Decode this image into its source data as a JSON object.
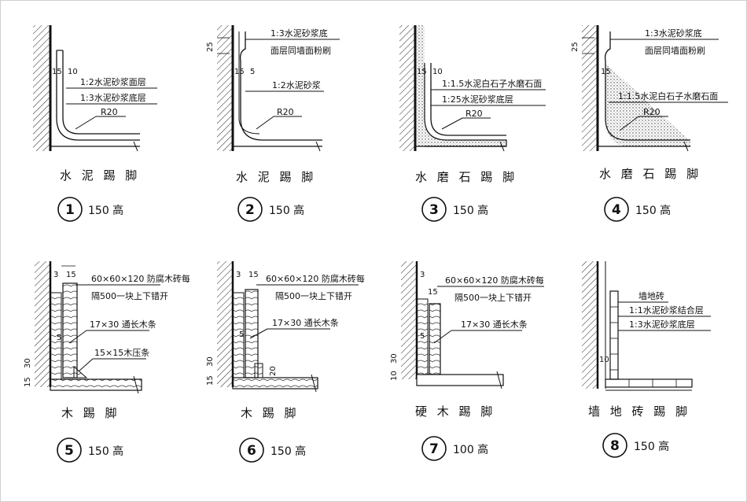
{
  "details": [
    {
      "title": "水 泥 踢 脚",
      "number": "1",
      "height": "150 高",
      "dims": [
        "15",
        "10"
      ],
      "labels": [
        "1:2水泥砂浆面层",
        "1:3水泥砂浆底层",
        "R20"
      ]
    },
    {
      "title": "水 泥 踢 脚",
      "number": "2",
      "height": "150 高",
      "dims": [
        "25",
        "15",
        "5"
      ],
      "labels": [
        "1:3水泥砂浆底",
        "面层同墙面粉刷",
        "1:2水泥砂浆",
        "R20"
      ]
    },
    {
      "title": "水 磨 石 踢 脚",
      "number": "3",
      "height": "150 高",
      "dims": [
        "15",
        "10"
      ],
      "labels": [
        "1:1.5水泥白石子水磨石面",
        "1:25水泥砂浆底层",
        "R20"
      ]
    },
    {
      "title": "水 磨 石 踢 脚",
      "number": "4",
      "height": "150 高",
      "dims": [
        "25",
        "15"
      ],
      "labels": [
        "1:3水泥砂浆底",
        "面层同墙面粉刷",
        "1:1.5水泥白石子水磨石面",
        "R20"
      ]
    },
    {
      "title": "木 踢 脚",
      "number": "5",
      "height": "150 高",
      "dims": [
        "3",
        "15",
        "5",
        "15",
        "30"
      ],
      "labels": [
        "60×60×120 防腐木砖每",
        "隔500一块上下错开",
        "17×30 通长木条",
        "15×15木压条"
      ]
    },
    {
      "title": "木 踢 脚",
      "number": "6",
      "height": "150 高",
      "dims": [
        "3",
        "15",
        "5",
        "15",
        "30",
        "20"
      ],
      "labels": [
        "60×60×120 防腐木砖每",
        "隔500一块上下错开",
        "17×30 通长木条"
      ]
    },
    {
      "title": "硬 木 踢 脚",
      "number": "7",
      "height": "100 高",
      "dims": [
        "3",
        "15",
        "5",
        "10",
        "30"
      ],
      "labels": [
        "60×60×120 防腐木砖每",
        "隔500一块上下错开",
        "17×30 通长木条"
      ]
    },
    {
      "title": "墙 地 砖 踢 脚",
      "number": "8",
      "height": "150 高",
      "dims": [
        "10"
      ],
      "labels": [
        "墙地砖",
        "1:1水泥砂浆结合层",
        "1:3水泥砂浆底层"
      ]
    }
  ]
}
